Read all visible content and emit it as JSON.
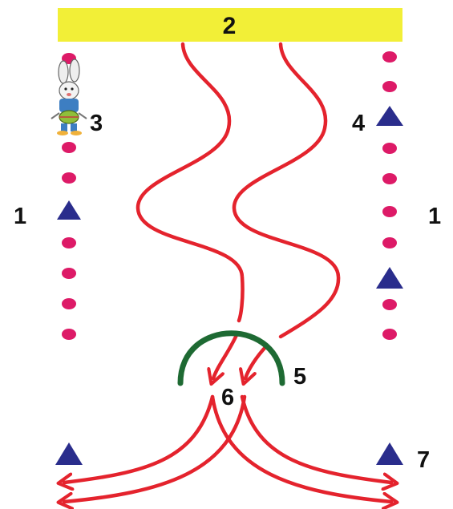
{
  "banner": {
    "label": "2",
    "color": "#f2ef37"
  },
  "labels": {
    "left_side": "1",
    "right_side": "1",
    "bunny": "3",
    "right_triangle": "4",
    "arch": "5",
    "arrival": "6",
    "bottom_right_triangle": "7"
  },
  "colors": {
    "dot": "#dd1a67",
    "triangle": "#2a2d8c",
    "path": "#e4232d",
    "arch": "#1e6a33"
  },
  "icons": {
    "bunny": "bunny-with-drum-icon",
    "triangle": "triangle-marker-icon",
    "dot": "dot-marker-icon"
  }
}
